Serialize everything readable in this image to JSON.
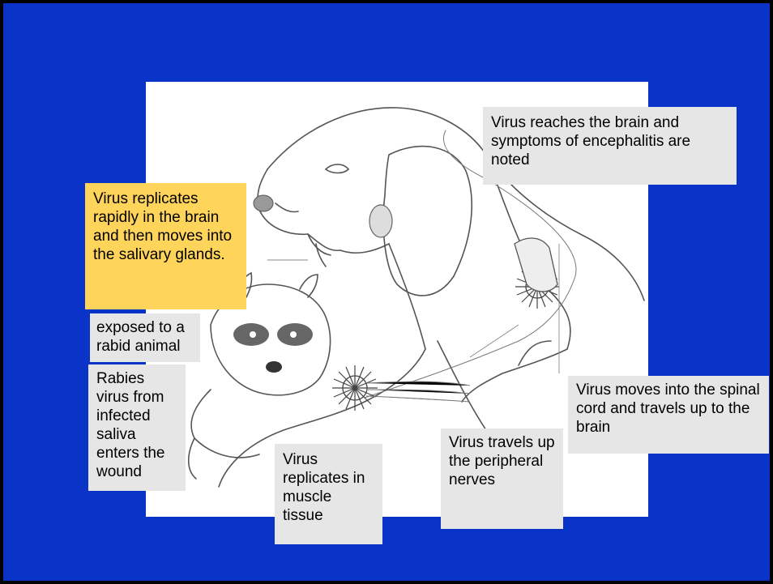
{
  "labels": {
    "encephalitis": "Virus reaches the brain and symptoms of encephalitis are noted",
    "salivary": "Virus replicates rapidly in the brain and then moves into the salivary glands.",
    "exposed": "exposed to a rabid animal",
    "wound": "Rabies virus from infected saliva enters the wound",
    "muscle": "Virus replicates in muscle tissue",
    "peripheral": "Virus travels up the peripheral nerves",
    "spinal": "Virus moves into the spinal cord and travels up to the brain"
  },
  "colors": {
    "slide_background": "#0a33c8",
    "label_background": "#e6e6e6",
    "highlight_background": "#ffd45a"
  },
  "icons": {
    "dog": "dog-illustration-icon",
    "raccoon": "raccoon-illustration-icon",
    "virus": "virus-burst-icon"
  }
}
